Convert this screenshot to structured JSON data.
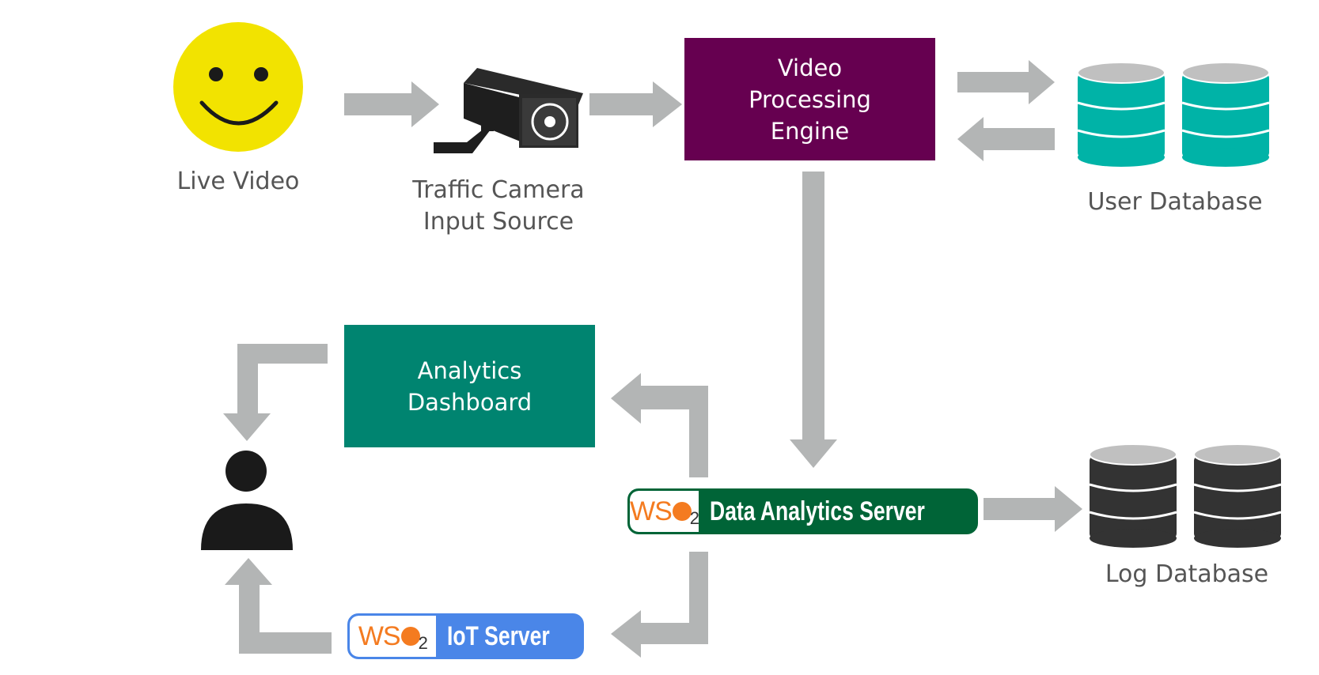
{
  "nodes": {
    "live_video": {
      "label": "Live Video"
    },
    "camera": {
      "line1": "Traffic Camera",
      "line2": "Input Source"
    },
    "vpe": {
      "line1": "Video",
      "line2": "Processing",
      "line3": "Engine"
    },
    "user_db": {
      "label": "User Database"
    },
    "dashboard": {
      "line1": "Analytics",
      "line2": "Dashboard"
    },
    "das": {
      "logo": "WS",
      "logo_sub": "2",
      "title": "Data Analytics Server"
    },
    "iot": {
      "logo": "WS",
      "logo_sub": "2",
      "title": "IoT Server"
    },
    "log_db": {
      "label": "Log Database"
    }
  },
  "colors": {
    "arrow": "#b3b5b5",
    "smiley": "#f2e300",
    "vpe": "#660050",
    "dashboard": "#008470",
    "user_db": "#00b3a7",
    "log_db": "#333333",
    "das": "#006437",
    "iot": "#4a86e8",
    "wso2_orange": "#f47b20"
  },
  "icons": [
    "smiley-icon",
    "camera-icon",
    "database-icon",
    "person-icon"
  ]
}
